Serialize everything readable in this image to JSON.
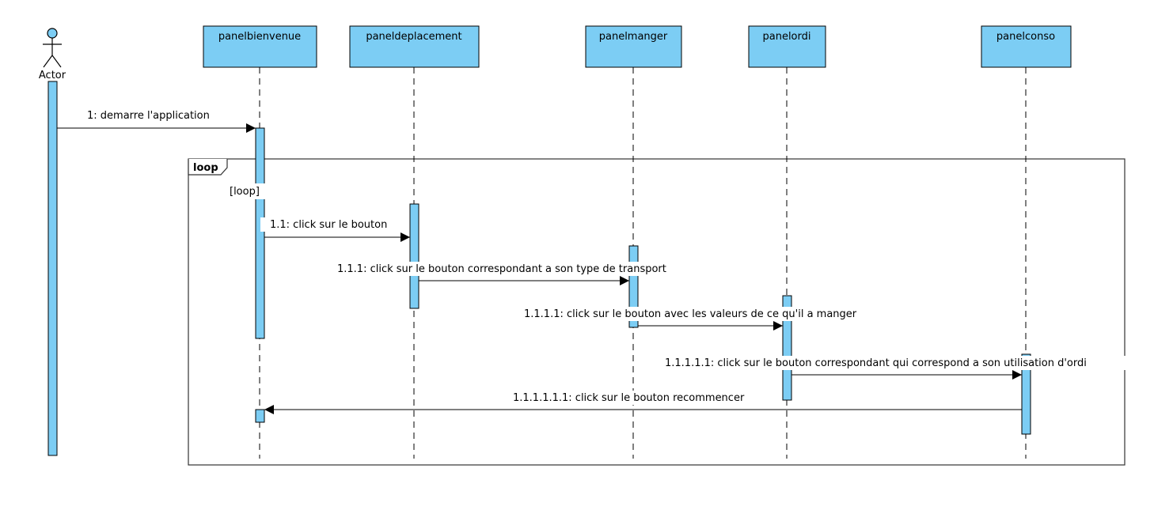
{
  "actor": {
    "label": "Actor"
  },
  "lifelines": [
    {
      "id": "panelbienvenue",
      "label": "panelbienvenue"
    },
    {
      "id": "paneldeplacement",
      "label": "paneldeplacement"
    },
    {
      "id": "panelmanger",
      "label": "panelmanger"
    },
    {
      "id": "panelordi",
      "label": "panelordi"
    },
    {
      "id": "panelconso",
      "label": "panelconso"
    }
  ],
  "fragment": {
    "operator": "loop",
    "guard": "[loop]"
  },
  "messages": [
    {
      "id": "m1",
      "text": "1: demarre l'application"
    },
    {
      "id": "m2",
      "text": "1.1: click sur le bouton"
    },
    {
      "id": "m3",
      "text": "1.1.1: click sur le bouton correspondant a son type de transport"
    },
    {
      "id": "m4",
      "text": "1.1.1.1: click sur le bouton avec les valeurs de ce qu'il a manger"
    },
    {
      "id": "m5",
      "text": "1.1.1.1.1: click sur le bouton correspondant qui correspond a son utilisation d'ordi"
    },
    {
      "id": "m6",
      "text": "1.1.1.1.1.1: click sur le bouton recommencer"
    }
  ],
  "colors": {
    "box_fill": "#7ccdf4",
    "line": "#000000",
    "background": "#ffffff"
  }
}
